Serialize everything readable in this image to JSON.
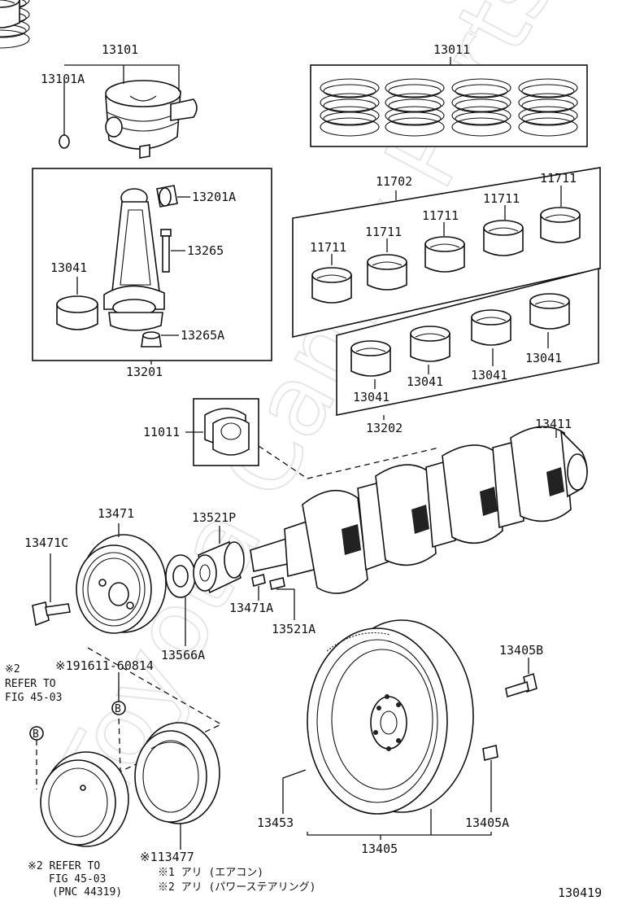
{
  "watermark": "Toyota Camry Parts",
  "labels": {
    "p13101": "13101",
    "p13101A": "13101A",
    "p13011": "13011",
    "p13201A": "13201A",
    "p13265": "13265",
    "p13041_rod": "13041",
    "p13265A": "13265A",
    "p13201": "13201",
    "p11702": "11702",
    "p11711_a": "11711",
    "p11711_b": "11711",
    "p11711_c": "11711",
    "p11711_d": "11711",
    "p11711_e": "11711",
    "p13041_a": "13041",
    "p13041_b": "13041",
    "p13041_c": "13041",
    "p13041_d": "13041",
    "p13202": "13202",
    "p11011": "11011",
    "p13411": "13411",
    "p13471": "13471",
    "p13521P": "13521P",
    "p13471C": "13471C",
    "p13471A": "13471A",
    "p13521A": "13521A",
    "p13566A": "13566A",
    "p191611": "※191611-60814",
    "p13405B": "13405B",
    "p13453": "13453",
    "p13405A": "13405A",
    "p13405": "13405",
    "p113477": "※113477",
    "fig_number": "130419"
  },
  "notes": {
    "refer_top_1": "※2",
    "refer_top_2": "REFER TO",
    "refer_top_3": "FIG 45-03",
    "refer_bottom_1": "※2 REFER TO",
    "refer_bottom_2": "FIG 45-03",
    "refer_bottom_3": "(PNC 44319)",
    "note_1": "※1 アリ (エアコン)",
    "note_2": "※2 アリ (パワーステアリング)",
    "circle_b_1": "B",
    "circle_b_2": "B"
  }
}
